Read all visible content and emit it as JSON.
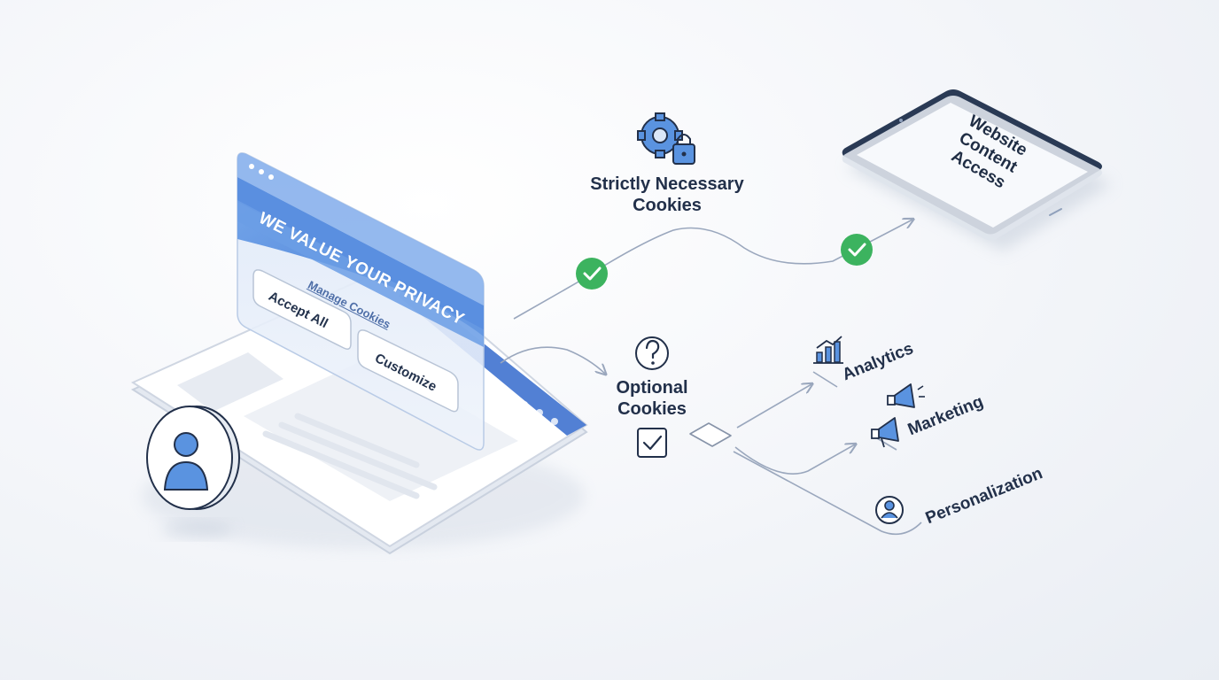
{
  "banner": {
    "title": "WE VALUE YOUR PRIVACY",
    "manage_link": "Manage Cookies",
    "accept_all": "Accept All",
    "customize": "Customize"
  },
  "necessary": {
    "label_line1": "Strictly Necessary",
    "label_line2": "Cookies",
    "icon": "gear-lock-icon"
  },
  "optional": {
    "label_line1": "Optional",
    "label_line2": "Cookies",
    "icon": "question-icon"
  },
  "destination": {
    "line1": "Website",
    "line2": "Content",
    "line3": "Access"
  },
  "categories": [
    {
      "label": "Analytics",
      "icon": "chart-icon"
    },
    {
      "label": "Marketing",
      "icon": "megaphone-icon"
    },
    {
      "label": "Personalization",
      "icon": "user-circle-icon"
    }
  ],
  "colors": {
    "accent": "#3f7fd6",
    "check_green": "#3cb35f",
    "outline": "#22304a"
  }
}
